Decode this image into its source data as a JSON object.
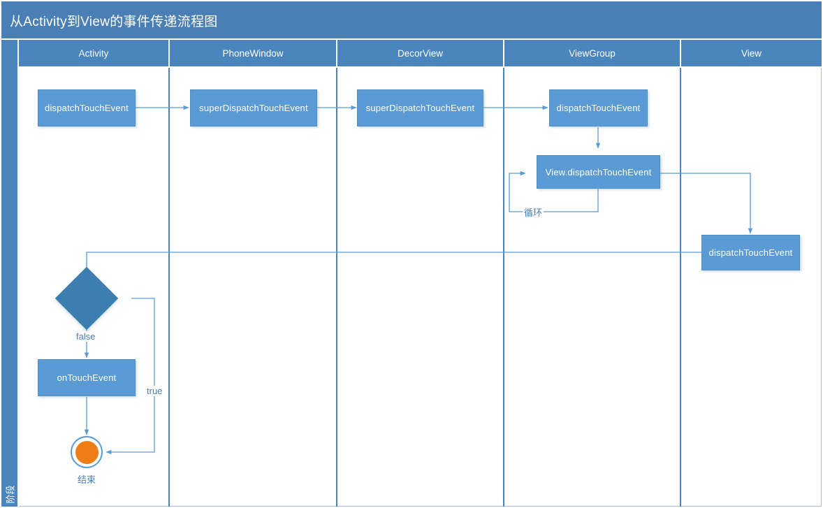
{
  "title": "从Activity到View的事件传递流程图",
  "phase_band_label": "阶段",
  "colors": {
    "title_bar": "#4a7fb5",
    "lane_header": "#4a86bd",
    "node_fill": "#5b9bd5",
    "decision_fill": "#3d7eb0",
    "end_fill": "#ed7d14",
    "connector": "#5b9bd5",
    "frame_border": "#9fc0e0"
  },
  "lanes": [
    {
      "id": "activity",
      "label": "Activity"
    },
    {
      "id": "phonewindow",
      "label": "PhoneWindow"
    },
    {
      "id": "decorview",
      "label": "DecorView"
    },
    {
      "id": "viewgroup",
      "label": "ViewGroup"
    },
    {
      "id": "view",
      "label": "View"
    }
  ],
  "nodes": [
    {
      "id": "activity-dispatch",
      "lane": "activity",
      "label": "dispatchTouchEvent"
    },
    {
      "id": "window-superdispatch",
      "lane": "phonewindow",
      "label": "superDispatchTouchEvent"
    },
    {
      "id": "decor-superdispatch",
      "lane": "decorview",
      "label": "superDispatchTouchEvent"
    },
    {
      "id": "group-dispatch",
      "lane": "viewgroup",
      "label": "dispatchTouchEvent"
    },
    {
      "id": "group-viewdispatch",
      "lane": "viewgroup",
      "label": "View.dispatchTouchEvent"
    },
    {
      "id": "view-dispatch",
      "lane": "view",
      "label": "dispatchTouchEvent"
    },
    {
      "id": "activity-ontouch",
      "lane": "activity",
      "label": "onTouchEvent"
    }
  ],
  "decision": {
    "id": "activity-decision",
    "lane": "activity",
    "label": ""
  },
  "end_node": {
    "id": "end",
    "lane": "activity",
    "label": "结束"
  },
  "edge_labels": {
    "loop": "循环",
    "false": "false",
    "true": "true"
  }
}
